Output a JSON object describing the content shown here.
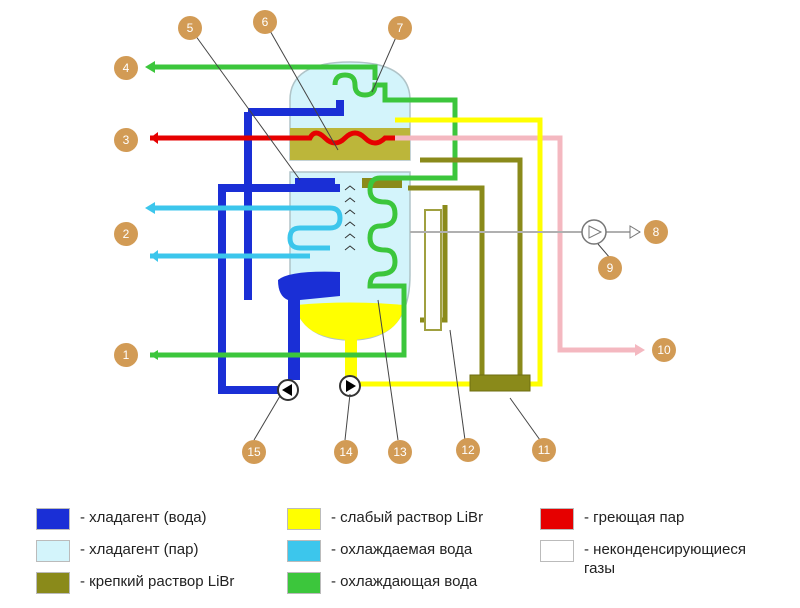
{
  "markers": [
    "1",
    "2",
    "3",
    "4",
    "5",
    "6",
    "7",
    "8",
    "9",
    "10",
    "11",
    "12",
    "13",
    "14",
    "15"
  ],
  "legend": [
    {
      "label": "- хладагент (вода)",
      "color": "#1a2fd6"
    },
    {
      "label": "- хладагент (пар)",
      "color": "#d3f4fb"
    },
    {
      "label": "- крепкий раствор LiBr",
      "color": "#8a8a1a"
    },
    {
      "label": "- слабый раствор LiBr",
      "color": "#ffff00"
    },
    {
      "label": "- охлаждаемая вода",
      "color": "#3cc6ec"
    },
    {
      "label": "- охлаждающая вода",
      "color": "#3cc63c"
    },
    {
      "label": "- греющая пар",
      "color": "#e60000"
    },
    {
      "label": "- неконденсирующиеся газы",
      "color": "#ffffff"
    }
  ],
  "colors": {
    "refrigerant_water": "#1a2fd6",
    "refrigerant_vapor": "#d3f4fb",
    "strong_solution": "#8a8a1a",
    "weak_solution": "#ffff00",
    "chilled_water": "#3cc6ec",
    "cooling_water": "#3cc63c",
    "heating_steam": "#e60000",
    "noncondensable": "#ffffff",
    "marker": "#d29b55"
  }
}
